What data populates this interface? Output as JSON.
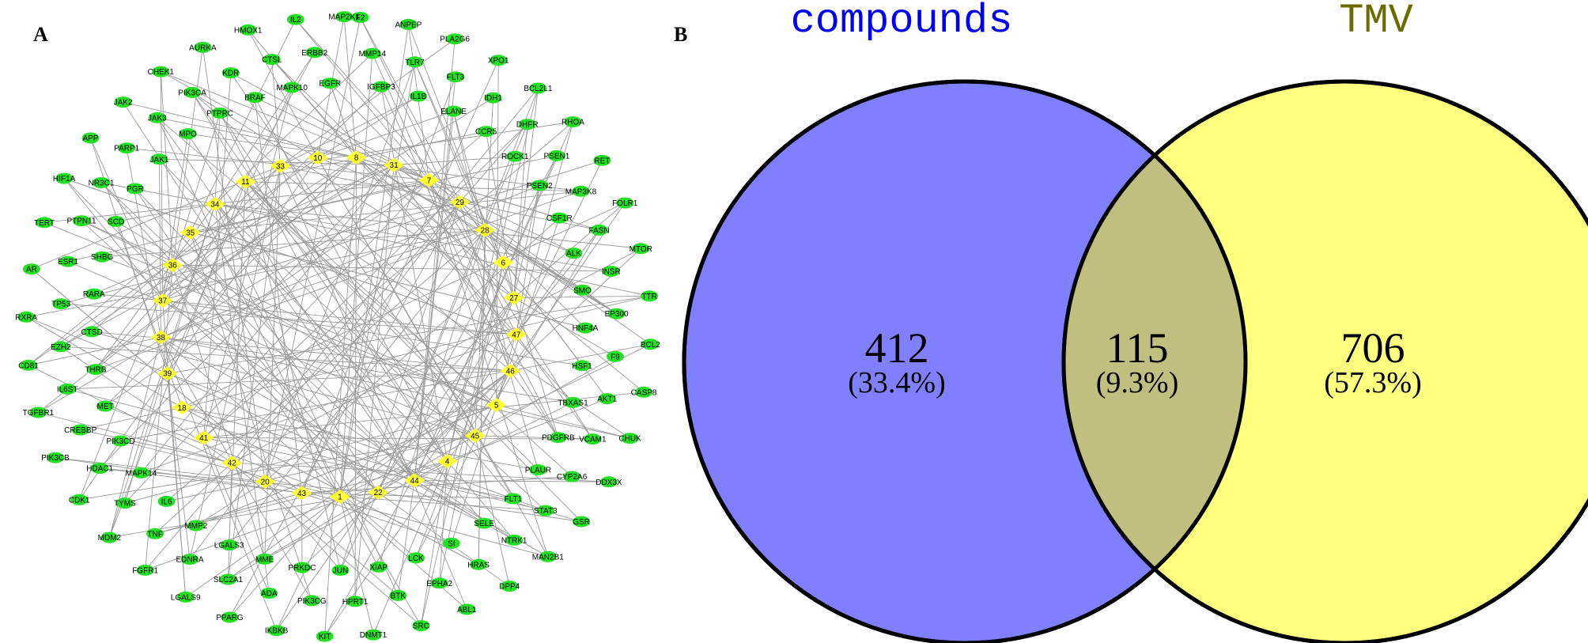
{
  "panel_a": {
    "label": "A",
    "targets": [
      "F2",
      "MMP14",
      "IGFBP3",
      "ANPEP",
      "TLR7",
      "IL1B",
      "PLA2G6",
      "FLT3",
      "ELANE",
      "XPO1",
      "IDH1",
      "CCR5",
      "BCL2L1",
      "DHFR",
      "ROCK1",
      "RHOA",
      "PSEN1",
      "PSEN2",
      "RET",
      "MAP3K8",
      "CSF1R",
      "FOLR1",
      "FASN",
      "ALK",
      "MTOR",
      "INSR",
      "SMO",
      "TTR",
      "EP300",
      "HNF4A",
      "BCL2",
      "F9",
      "HSF1",
      "CASP8",
      "AKT1",
      "TBXAS1",
      "CHUK",
      "VCAM1",
      "PDGFRB",
      "DDX3X",
      "CYP2A6",
      "PLAUR",
      "GSR",
      "STAT3",
      "FLT1",
      "MAN2B1",
      "NTRK1",
      "SELE",
      "DPP4",
      "HRAS",
      "SI",
      "ABL1",
      "EPHA2",
      "LCK",
      "SRC",
      "BTK",
      "XIAP",
      "DNMT1",
      "HPRT1",
      "JUN",
      "KIT",
      "PIK3CG",
      "PRKDC",
      "IKBKB",
      "ADA",
      "MME",
      "PPARG",
      "SLC2A1",
      "LGALS3",
      "LGALS9",
      "EDNRA",
      "MMP2",
      "FGFR1",
      "TNF",
      "IL6",
      "MDM2",
      "TYMS",
      "MAPK14",
      "CDK1",
      "HDAC1",
      "PIK3CD",
      "PIK3CB",
      "CREBBP",
      "MET",
      "TGFBR1",
      "IL6ST",
      "THRB",
      "CD81",
      "EZH2",
      "CTSD",
      "RXRA",
      "TP53",
      "RARA",
      "AR",
      "ESR1",
      "SHBG",
      "TERT",
      "PTPN11",
      "SCD",
      "HIF1A",
      "NR3C1",
      "PGR",
      "APP",
      "PARP1",
      "JAK1",
      "JAK2",
      "JAK3",
      "MPO",
      "CHEK1",
      "PIK3CA",
      "PTPRC",
      "AURKA",
      "KDR",
      "BRAF",
      "HMOX1",
      "CTSL",
      "MAPK10",
      "IL2",
      "ERBB2",
      "EGFR",
      "MAP2K1"
    ],
    "compounds": [
      "8",
      "31",
      "7",
      "29",
      "28",
      "6",
      "27",
      "47",
      "46",
      "5",
      "45",
      "4",
      "44",
      "22",
      "1",
      "43",
      "20",
      "42",
      "41",
      "18",
      "39",
      "38",
      "37",
      "36",
      "35",
      "34",
      "11",
      "33",
      "10"
    ]
  },
  "panel_b": {
    "label": "B",
    "left_set": {
      "name": "compounds",
      "count": "412",
      "pct": "(33.4%)",
      "color": "#8080ff"
    },
    "right_set": {
      "name": "TMV",
      "count": "706",
      "pct": "(57.3%)",
      "color": "#ffff80"
    },
    "overlap": {
      "count": "115",
      "pct": "(9.3%)",
      "color": "#bfbf80"
    },
    "colors": {
      "left_title": "#0000ee",
      "right_title": "#6b6b00",
      "outline": "#000000"
    }
  },
  "colors": {
    "target_node": "#22e022",
    "compound_node": "#ffff33",
    "edge": "#9a9a9a"
  }
}
